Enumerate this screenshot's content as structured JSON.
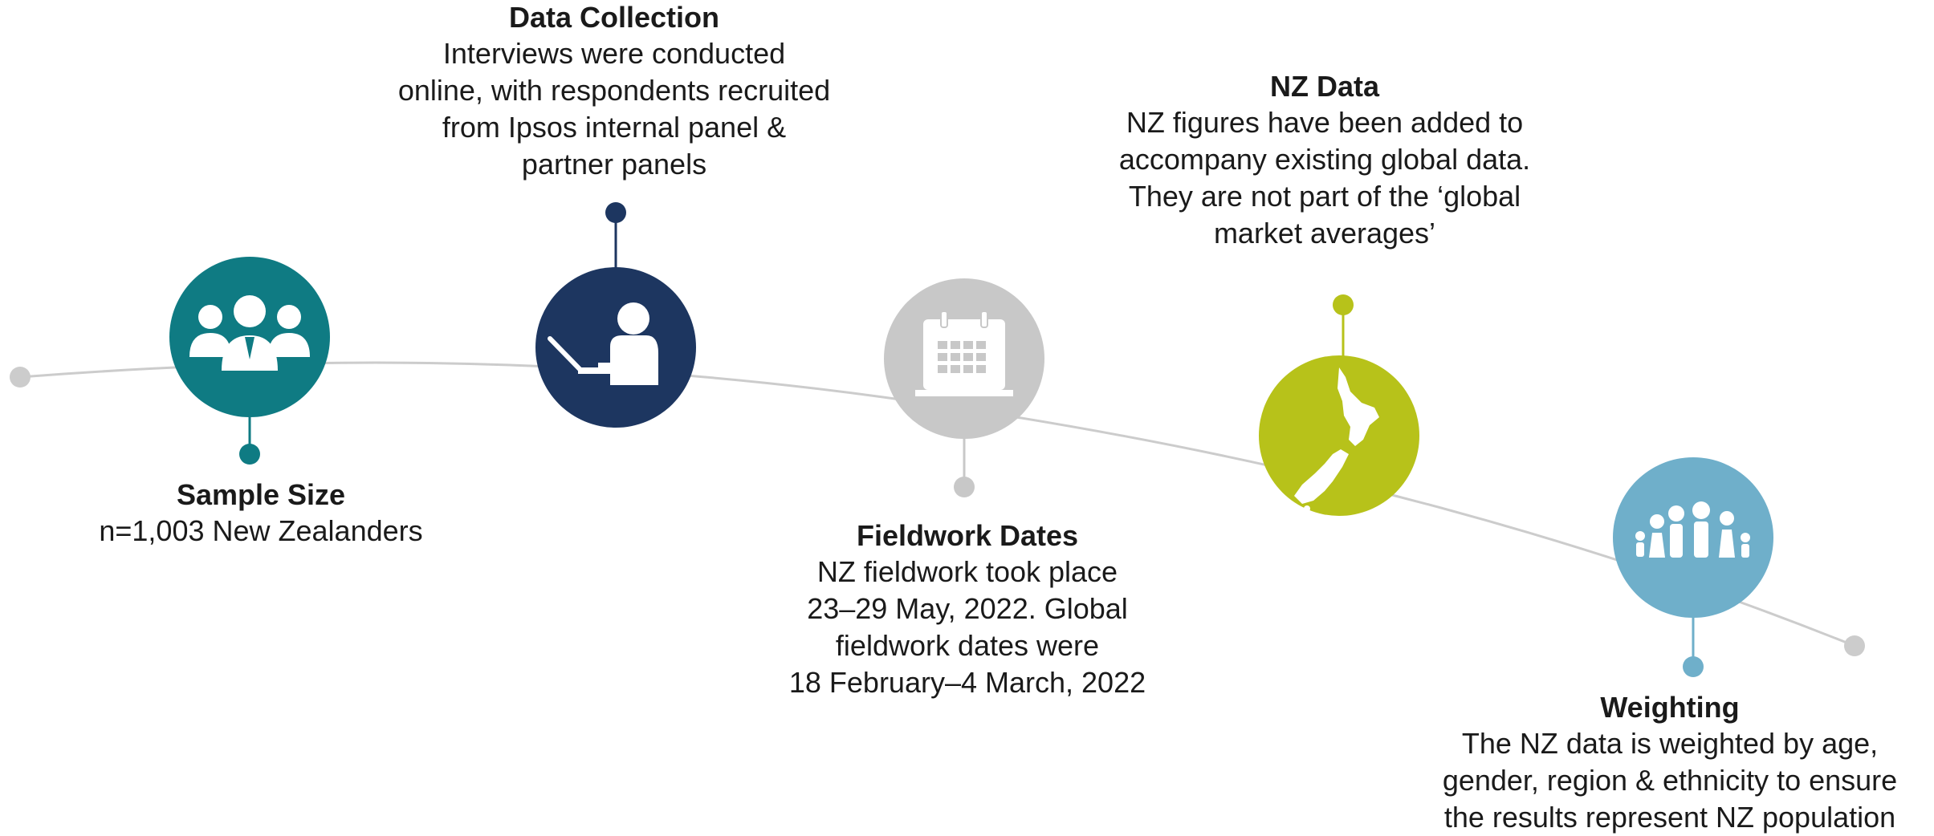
{
  "colors": {
    "line": "#cccccc",
    "sample": "#0f7b83",
    "data_collection": "#1d3660",
    "fieldwork": "#c8c8c8",
    "nz_data": "#b7c21a",
    "weighting": "#6fafca",
    "icon": "#ffffff"
  },
  "steps": [
    {
      "key": "sample",
      "title": "Sample Size",
      "body": "n=1,003 New Zealanders",
      "icon": "people-group-icon"
    },
    {
      "key": "data",
      "title": "Data Collection",
      "body": "Interviews were conducted\nonline, with respondents recruited\nfrom Ipsos internal panel &\npartner panels",
      "icon": "laptop-person-icon"
    },
    {
      "key": "field",
      "title": "Fieldwork Dates",
      "body": "NZ fieldwork took place\n23–29 May, 2022. Global\nfieldwork dates were\n18 February–4 March, 2022",
      "icon": "calendar-icon"
    },
    {
      "key": "nz",
      "title": "NZ Data",
      "body": "NZ figures have been added to\naccompany existing global data.\nThey are not part of the ‘global\nmarket averages’",
      "icon": "nz-map-icon"
    },
    {
      "key": "weight",
      "title": "Weighting",
      "body": "The NZ data is weighted by age,\ngender, region & ethnicity to ensure\nthe results represent NZ population",
      "icon": "family-icon"
    }
  ]
}
